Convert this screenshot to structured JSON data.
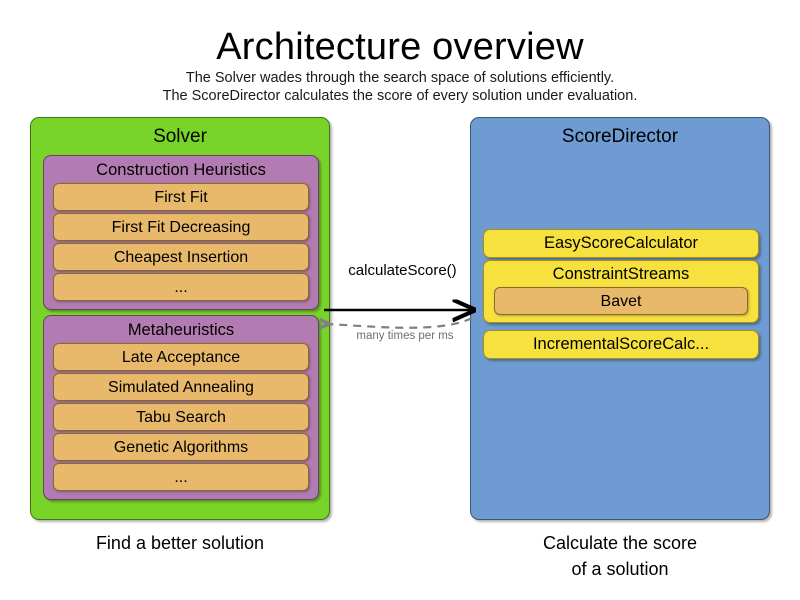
{
  "header": {
    "title": "Architecture overview",
    "subtitle_line1": "The Solver wades through the search space of solutions efficiently.",
    "subtitle_line2": "The ScoreDirector calculates the score of every solution under evaluation."
  },
  "colors": {
    "solver_panel": "#79D429",
    "scoredirector_panel": "#6E9BD1",
    "group_box": "#B27BB2",
    "item_box": "#E8B96A",
    "calc_box": "#F7E13E",
    "solid_arrow": "#000000",
    "dashed_arrow": "#808080",
    "background": "#FFFFFF"
  },
  "solver": {
    "title": "Solver",
    "caption": "Find a better solution",
    "groups": [
      {
        "label": "Construction Heuristics",
        "items": [
          "First Fit",
          "First Fit Decreasing",
          "Cheapest Insertion",
          "..."
        ]
      },
      {
        "label": "Metaheuristics",
        "items": [
          "Late Acceptance",
          "Simulated Annealing",
          "Tabu Search",
          "Genetic Algorithms",
          "..."
        ]
      }
    ]
  },
  "score_director": {
    "title": "ScoreDirector",
    "caption_line1": "Calculate the score",
    "caption_line2": "of a solution",
    "calculators": [
      {
        "label": "EasyScoreCalculator",
        "nested": []
      },
      {
        "label": "ConstraintStreams",
        "nested": [
          "Bavet"
        ]
      },
      {
        "label": "IncrementalScoreCalc...",
        "nested": []
      }
    ]
  },
  "arrows": {
    "request_label": "calculateScore()",
    "response_label": "many times per ms"
  }
}
